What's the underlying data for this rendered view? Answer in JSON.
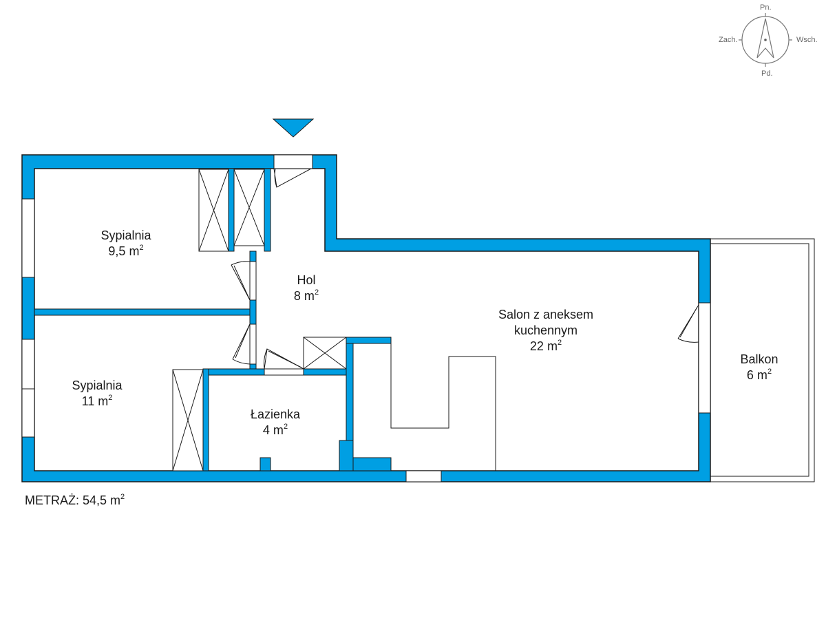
{
  "accent_color": "#009fe3",
  "compass": {
    "north": "Pn.",
    "south": "Pd.",
    "west": "Zach.",
    "east": "Wsch.",
    "icon": "north-arrow-icon"
  },
  "entrance_icon": "entrance-triangle-icon",
  "rooms": {
    "sypialnia_1": {
      "name": "Sypialnia",
      "area": "9,5 m",
      "unit_exp": "2"
    },
    "hol": {
      "name": "Hol",
      "area": "8 m",
      "unit_exp": "2"
    },
    "salon": {
      "name_line1": "Salon z aneksem",
      "name_line2": "kuchennym",
      "area": "22 m",
      "unit_exp": "2"
    },
    "sypialnia_2": {
      "name": "Sypialnia",
      "area": "11 m",
      "unit_exp": "2"
    },
    "lazienka": {
      "name": "Łazienka",
      "area": "4 m",
      "unit_exp": "2"
    },
    "balkon": {
      "name": "Balkon",
      "area": "6 m",
      "unit_exp": "2"
    }
  },
  "total_area": {
    "label": "METRAŻ:",
    "value": "54,5 m",
    "unit_exp": "2"
  }
}
